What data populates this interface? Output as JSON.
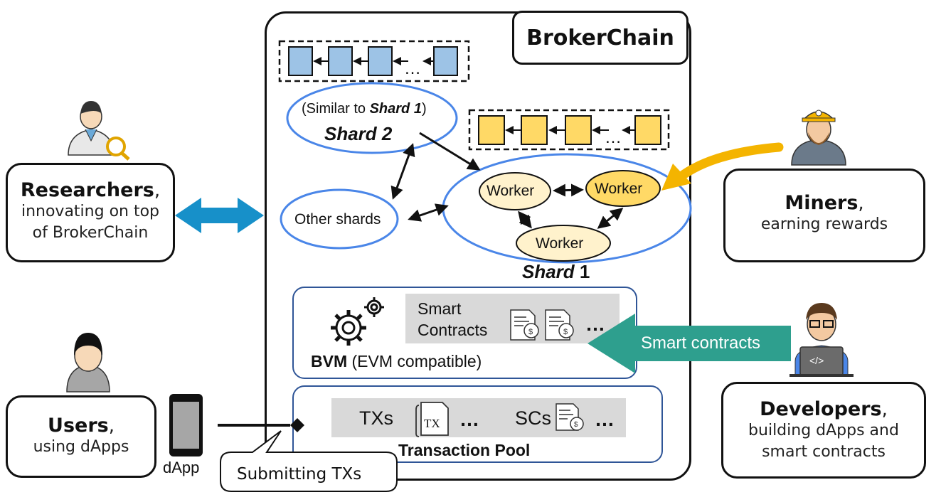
{
  "title": "BrokerChain",
  "roles": {
    "researchers": {
      "name": "Researchers",
      "desc_line1": "innovating on top",
      "desc_line2": "of BrokerChain"
    },
    "miners": {
      "name": "Miners",
      "desc_line1": "earning rewards"
    },
    "users": {
      "name": "Users",
      "desc_line1": "using dApps"
    },
    "developers": {
      "name": "Developers",
      "desc_line1": "building dApps and",
      "desc_line2": "smart contracts"
    }
  },
  "punct": ",",
  "dapp_label": "dApp",
  "submitting_label": "Submitting TXs",
  "shards": {
    "shard2_note_pre": "(Similar to ",
    "shard2_note_em": "Shard 1",
    "shard2_note_post": ")",
    "shard2_label": "Shard 2",
    "other_label": "Other shards",
    "shard1_label_em": "Shard",
    "shard1_label_num": "1",
    "worker_label": "Worker"
  },
  "bvm": {
    "sc_line1": "Smart",
    "sc_line2": "Contracts",
    "ellipsis": "…",
    "bvm_bold": "BVM",
    "bvm_rest": " (EVM compatible)"
  },
  "pool": {
    "txs": "TXs",
    "tx_icon": "TX",
    "scs": "SCs",
    "ellipsis": "…",
    "title": "Transaction Pool"
  },
  "arrow_smart_contracts": "Smart contracts",
  "colors": {
    "blue_block": "#9dc3e6",
    "yellow_block": "#ffd966",
    "shard_border": "#4a86e8",
    "worker_fill": "#fff2cc",
    "worker_active": "#ffd966",
    "teal": "#2e9f8e",
    "gold": "#f4b400",
    "double_arrow": "#1790c9",
    "panel_border": "#2f5597",
    "grey_panel": "#d9d9d9"
  },
  "icons": [
    "researcher-icon",
    "miner-icon",
    "user-icon",
    "developer-icon",
    "phone-icon",
    "gear-icon",
    "contract-icon",
    "tx-document-icon"
  ]
}
